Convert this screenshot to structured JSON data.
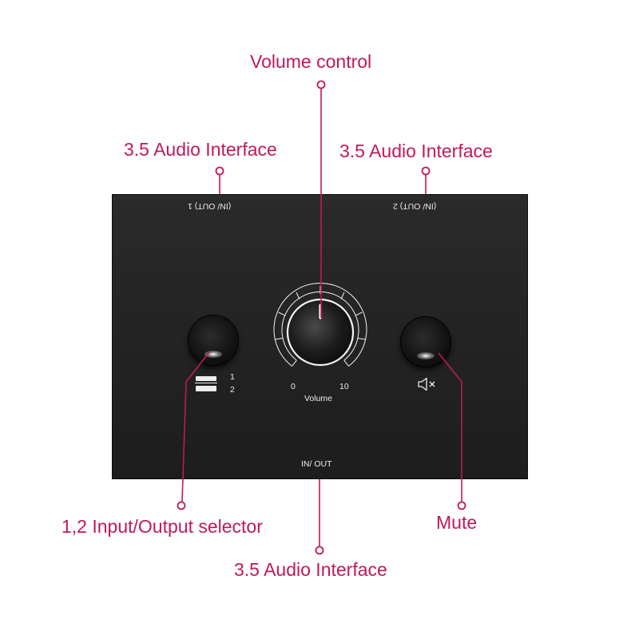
{
  "callouts": {
    "volume_control": "Volume control",
    "audio_interface_left": "3.5 Audio Interface",
    "audio_interface_right": "3.5 Audio Interface",
    "selector": "1,2 Input/Output selector",
    "mute": "Mute",
    "audio_interface_bottom": "3.5 Audio Interface"
  },
  "device": {
    "port_label_1": "(IN/ OUT) 1",
    "port_label_2": "(IN/ OUT) 2",
    "selector_option_1": "1",
    "selector_option_2": "2",
    "volume_min": "0",
    "volume_max": "10",
    "volume_label": "Volume",
    "bottom_port_label": "IN/ OUT"
  },
  "icons": {
    "selector_icon": "switch-bars-icon",
    "mute_icon": "speaker-mute-icon"
  },
  "colors": {
    "callout": "#c2185b",
    "device_body": "#222222",
    "device_text": "#ededed"
  }
}
